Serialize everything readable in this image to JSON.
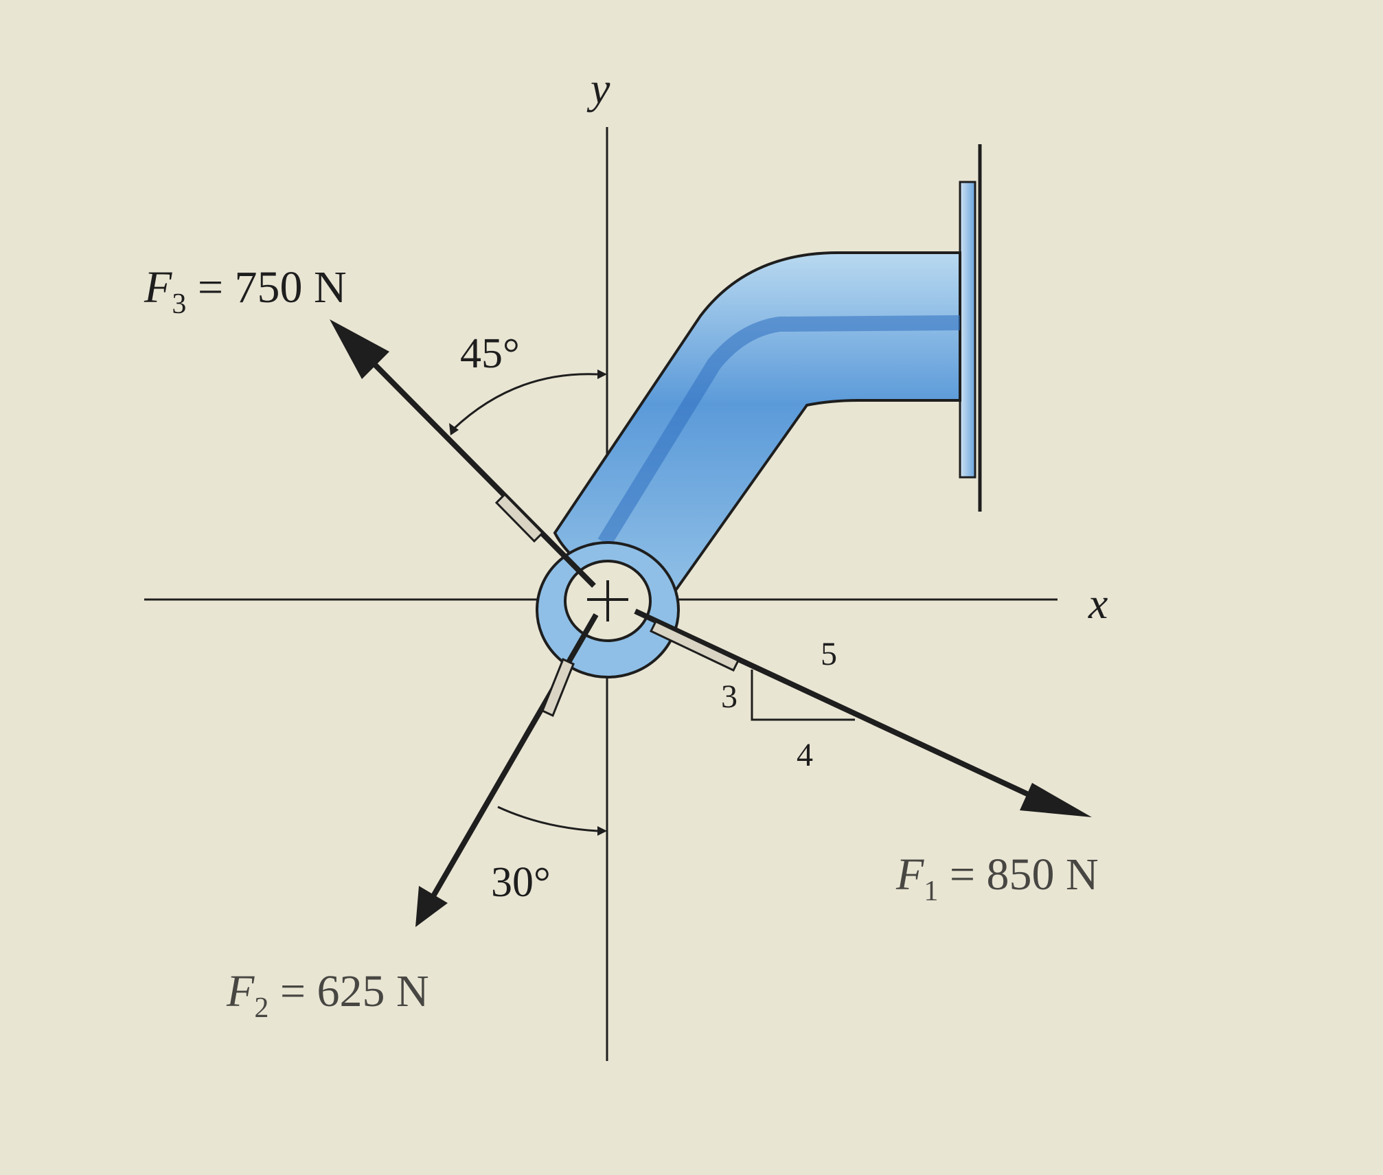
{
  "axes": {
    "x_label": "x",
    "y_label": "y"
  },
  "forces": [
    {
      "id": "F1",
      "symbol": "F",
      "subscript": "1",
      "rest": " = 850 N",
      "magnitude_N": 850
    },
    {
      "id": "F2",
      "symbol": "F",
      "subscript": "2",
      "rest": " = 625 N",
      "magnitude_N": 625
    },
    {
      "id": "F3",
      "symbol": "F",
      "subscript": "3",
      "rest": " = 750 N",
      "magnitude_N": 750
    }
  ],
  "angles": {
    "f3_from_y": "45°",
    "f2_from_y": "30°"
  },
  "slope_triangle": {
    "hyp": "5",
    "rise": "3",
    "run": "4"
  },
  "colors": {
    "background": "#e9e5d3",
    "pipe_light": "#b9d9f0",
    "pipe_mid": "#7fb3e0",
    "pipe_dark": "#3f7fcc",
    "ink": "#1e1e1e"
  }
}
